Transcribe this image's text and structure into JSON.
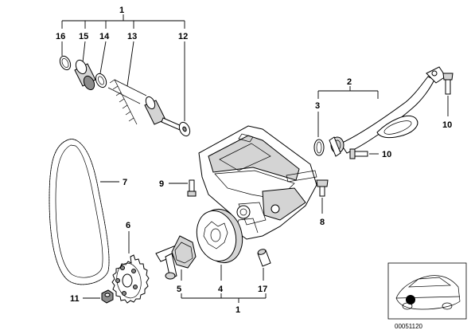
{
  "callouts": {
    "c1_top": "1",
    "c16": "16",
    "c15": "15",
    "c14": "14",
    "c13": "13",
    "c12": "12",
    "c2": "2",
    "c3": "3",
    "c10_upper": "10",
    "c10_lower": "10",
    "c7": "7",
    "c9": "9",
    "c8": "8",
    "c6": "6",
    "c11": "11",
    "c5": "5",
    "c4": "4",
    "c17": "17",
    "c1_bottom": "1"
  },
  "reference_code": "00051120"
}
